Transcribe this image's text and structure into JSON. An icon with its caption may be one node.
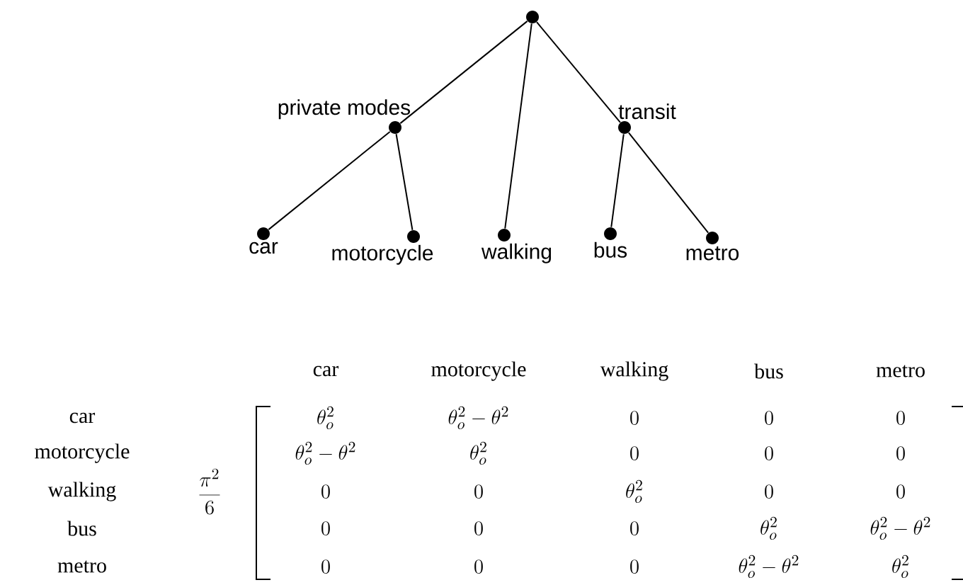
{
  "diagram": {
    "nodes": [
      {
        "text": [],
        "shape": "circle"
      },
      {
        "text": [
          "private modes"
        ]
      },
      {
        "text": [
          "transit"
        ]
      },
      {
        "text": [
          "car"
        ]
      },
      {
        "text": [
          "motorcycle"
        ]
      },
      {
        "text": [
          "walking"
        ]
      },
      {
        "text": [
          "bus"
        ]
      },
      {
        "text": [
          "metro"
        ]
      }
    ],
    "edges": [
      {
        "from": 0,
        "to": 1,
        "arrow": "none"
      },
      {
        "from": 0,
        "to": 5,
        "arrow": "none"
      },
      {
        "from": 0,
        "to": 2,
        "arrow": "none"
      },
      {
        "from": 1,
        "to": 3,
        "arrow": "none"
      },
      {
        "from": 1,
        "to": 4,
        "arrow": "none"
      },
      {
        "from": 2,
        "to": 6,
        "arrow": "none"
      },
      {
        "from": 2,
        "to": 7,
        "arrow": "none"
      }
    ],
    "labels": [
      "car",
      "motorcycle",
      "walking",
      "bus",
      "metro",
      "\\frac{\\pi^2}{6}",
      "car",
      "\\theta_o^2",
      "\\theta_o^2-\\theta^2",
      "0",
      "0",
      "0",
      "motorcycle",
      "\\theta_o^2-\\theta^2",
      "\\theta_o^2",
      "0",
      "0",
      "0",
      "walking",
      "0",
      "0",
      "\\theta_o^2",
      "0",
      "0",
      "bus",
      "0",
      "0",
      "0",
      "\\theta_o^2",
      "\\theta_o^2-\\theta^2",
      "metro",
      "0",
      "0",
      "0",
      "\\theta_o^2-\\theta^2",
      "\\theta_o^2"
    ]
  }
}
